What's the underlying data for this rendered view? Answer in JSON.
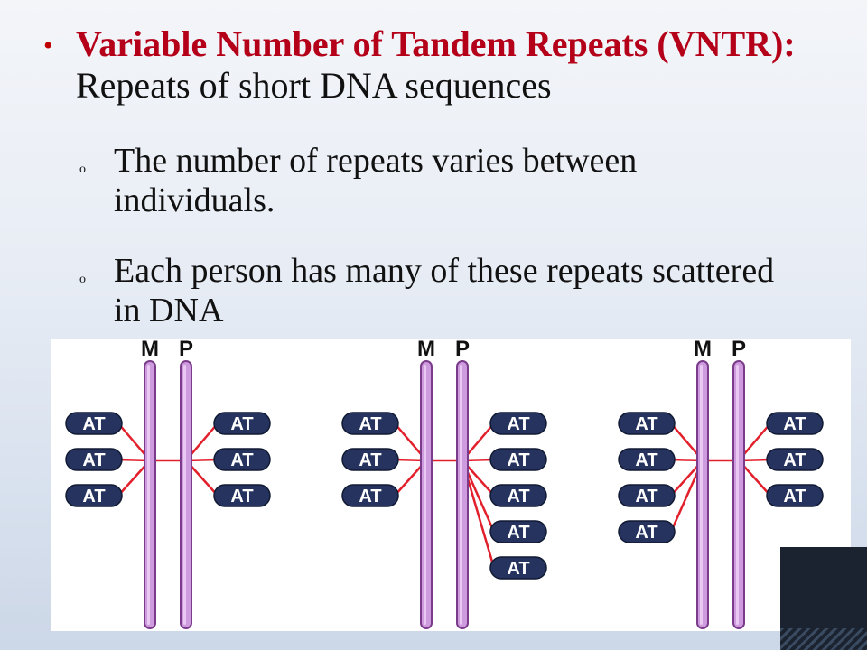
{
  "slide": {
    "term": "Variable Number of Tandem Repeats (VNTR):",
    "definition": "Repeats of short DNA sequences",
    "sub_points": [
      "The number of repeats varies between individuals.",
      "Each person has many of these repeats scattered in DNA"
    ]
  },
  "figure": {
    "panels": [
      {
        "left_label": "M",
        "right_label": "P",
        "m_repeats": 3,
        "p_repeats": 3
      },
      {
        "left_label": "M",
        "right_label": "P",
        "m_repeats": 3,
        "p_repeats": 5
      },
      {
        "left_label": "M",
        "right_label": "P",
        "m_repeats": 4,
        "p_repeats": 3
      }
    ],
    "repeat_label": "AT",
    "colors": {
      "chromosome": "#cf9bdf",
      "chromosome_outline": "#7a3b8a",
      "link": "#e2202c",
      "pill": "#26335f",
      "pill_text": "#ffffff"
    }
  }
}
